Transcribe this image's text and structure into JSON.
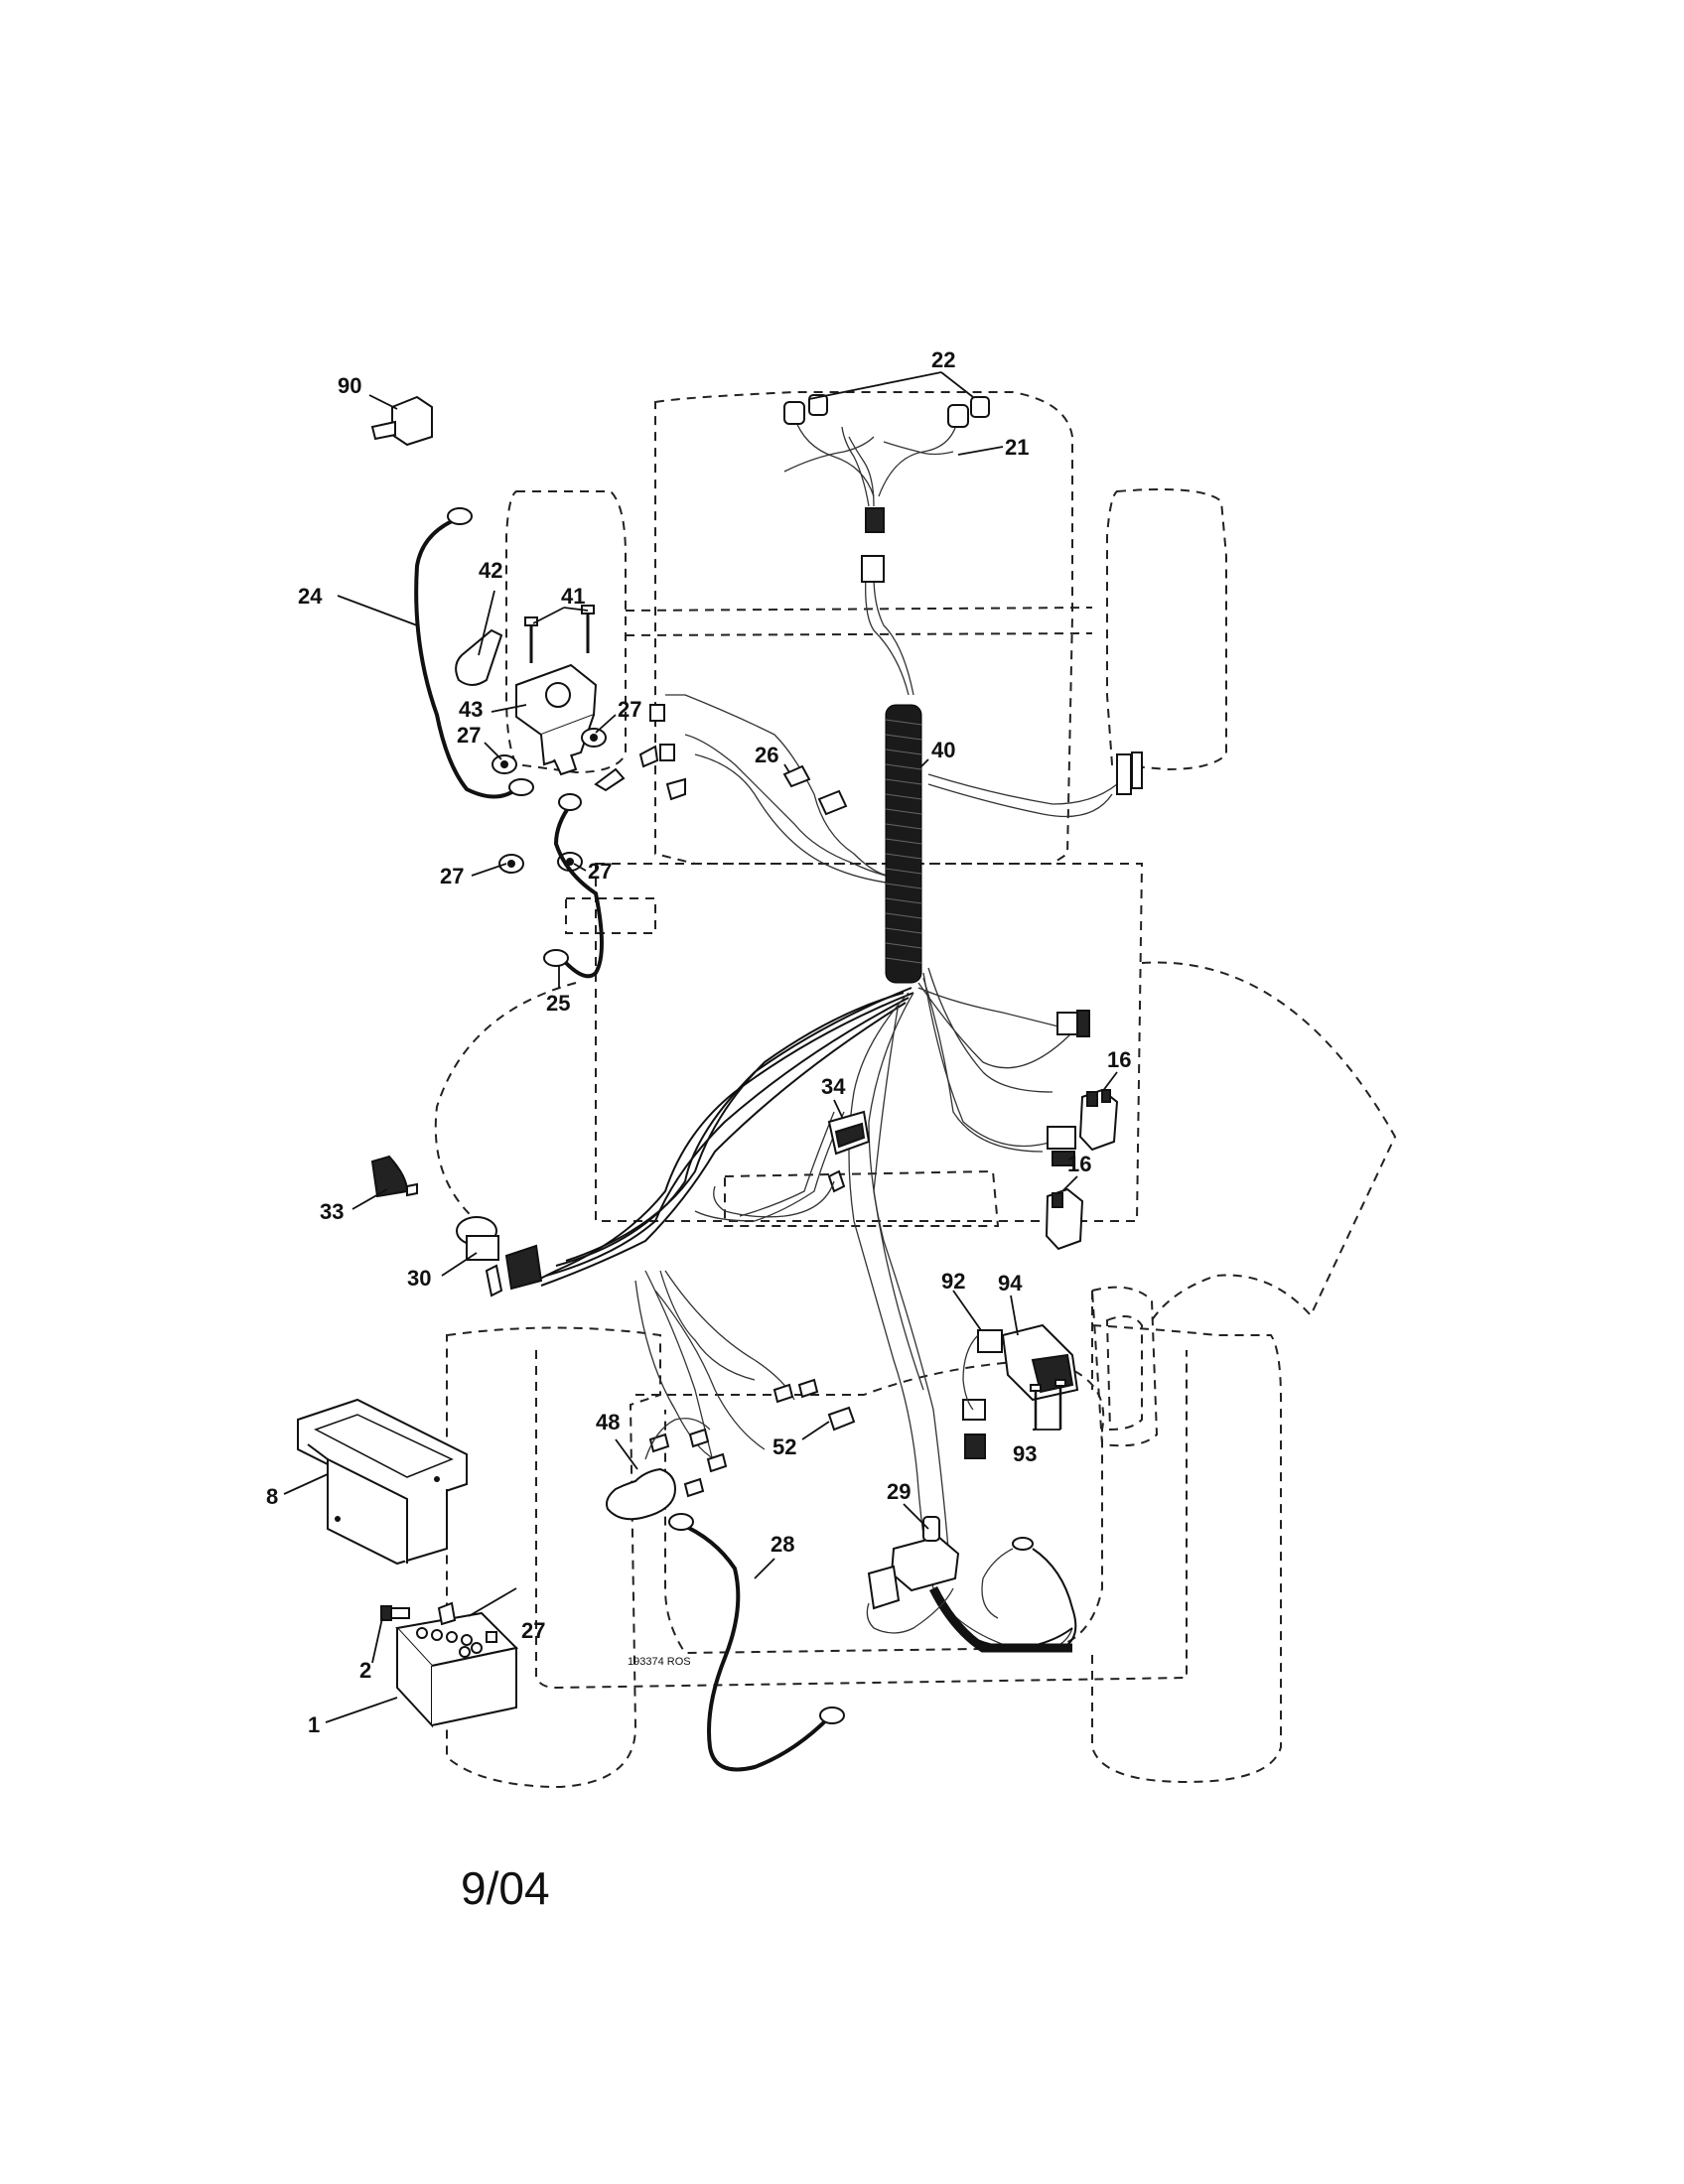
{
  "callouts": [
    {
      "id": "90",
      "text": "90"
    },
    {
      "id": "22",
      "text": "22"
    },
    {
      "id": "21",
      "text": "21"
    },
    {
      "id": "24",
      "text": "24"
    },
    {
      "id": "42",
      "text": "42"
    },
    {
      "id": "41",
      "text": "41"
    },
    {
      "id": "43",
      "text": "43"
    },
    {
      "id": "27a",
      "text": "27"
    },
    {
      "id": "27b",
      "text": "27"
    },
    {
      "id": "27c",
      "text": "27"
    },
    {
      "id": "27d",
      "text": "27"
    },
    {
      "id": "27e",
      "text": "27"
    },
    {
      "id": "26",
      "text": "26"
    },
    {
      "id": "40",
      "text": "40"
    },
    {
      "id": "25",
      "text": "25"
    },
    {
      "id": "16a",
      "text": "16"
    },
    {
      "id": "16b",
      "text": "16"
    },
    {
      "id": "34",
      "text": "34"
    },
    {
      "id": "33",
      "text": "33"
    },
    {
      "id": "30",
      "text": "30"
    },
    {
      "id": "92",
      "text": "92"
    },
    {
      "id": "94",
      "text": "94"
    },
    {
      "id": "93",
      "text": "93"
    },
    {
      "id": "48",
      "text": "48"
    },
    {
      "id": "52",
      "text": "52"
    },
    {
      "id": "8",
      "text": "8"
    },
    {
      "id": "29",
      "text": "29"
    },
    {
      "id": "28",
      "text": "28"
    },
    {
      "id": "2",
      "text": "2"
    },
    {
      "id": "1",
      "text": "1"
    }
  ],
  "drawing_code": "193374 ROS",
  "date": "9/04"
}
